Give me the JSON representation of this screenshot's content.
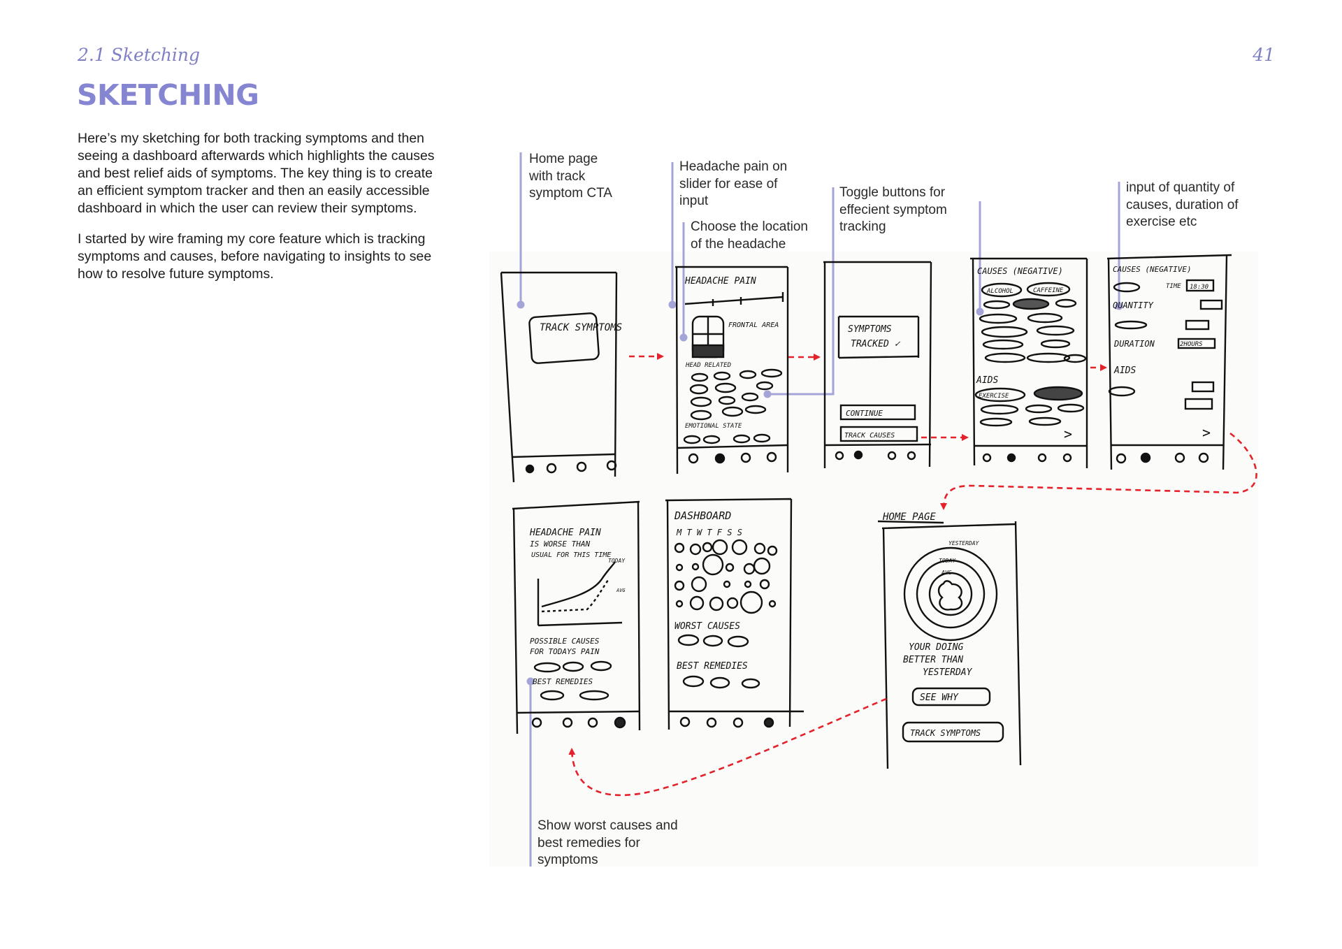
{
  "header": {
    "section": "2.1 Sketching",
    "page_number": "41",
    "title": "SKETCHING"
  },
  "intro": {
    "paragraph_1": "Here’s my sketching for both tracking symptoms and then seeing a dashboard afterwards which highlights the causes and best relief aids of symptoms. The key thing is to create an efficient symptom tracker and then an easily accessible dashboard in which the user can review their symptoms.",
    "paragraph_2": "I started by wire framing my core feature which is tracking symptoms and causes, before navigating to insights to see how to resolve future symptoms."
  },
  "annotations": {
    "home_page": "Home page\nwith track\nsymptom CTA",
    "headache_slider": "Headache pain on\nslider for ease of\ninput",
    "choose_location": "Choose the location\nof the headache",
    "toggle_buttons": "Toggle buttons for\neffecient symptom\ntracking",
    "quantity_input": "input of quantity of\ncauses, duration of\nexercise etc",
    "worst_causes": "Show worst causes and\nbest remedies for\nsymptoms"
  },
  "sketch": {
    "screen1": {
      "button": "TRACK SYMPTOMS"
    },
    "screen2": {
      "title": "HEADACHE PAIN",
      "area": "FRONTAL AREA",
      "section1": "HEAD RELATED",
      "section2": "EMOTIONAL STATE"
    },
    "screen3": {
      "message_line1": "SYMPTOMS",
      "message_line2": "TRACKED ✓",
      "continue": "CONTINUE",
      "track_causes": "TRACK CAUSES"
    },
    "screen4": {
      "title": "CAUSES (NEGATIVE)",
      "chip1": "ALCOHOL",
      "chip2": "CAFFEINE",
      "aids": "AIDS",
      "chip3": "EXERCISE",
      "next": ">"
    },
    "screen5": {
      "title": "CAUSES (NEGATIVE)",
      "time_label": "TIME",
      "time_value": "18:30",
      "quantity": "QUANTITY",
      "duration": "DURATION",
      "duration_value": "2HOURS",
      "aids": "AIDS",
      "next": ">"
    },
    "screen6": {
      "title_line1": "HEADACHE PAIN",
      "title_line2": "IS WORSE THAN",
      "title_line3": "USUAL FOR THIS TIME",
      "legend_today": "TODAY",
      "legend_avg": "AVG",
      "causes_line1": "POSSIBLE CAUSES",
      "causes_line2": "FOR TODAYS PAIN",
      "remedies": "BEST REMEDIES"
    },
    "screen7": {
      "title": "DASHBOARD",
      "days": "M T W T F S S",
      "worst": "WORST CAUSES",
      "remedies": "BEST REMEDIES"
    },
    "screen8": {
      "header": "HOME PAGE",
      "ring1": "YESTERDAY",
      "ring2": "TODAY",
      "ring3": "AVG",
      "message_line1": "YOUR DOING",
      "message_line2": "BETTER THAN",
      "message_line3": "YESTERDAY",
      "see_why": "SEE WHY",
      "track": "TRACK SYMPTOMS"
    }
  },
  "colors": {
    "accent": "#8585d1",
    "label_purple": "#7f7fc6",
    "flow_red": "#e3222b",
    "leader_line": "#a4a4d8"
  }
}
